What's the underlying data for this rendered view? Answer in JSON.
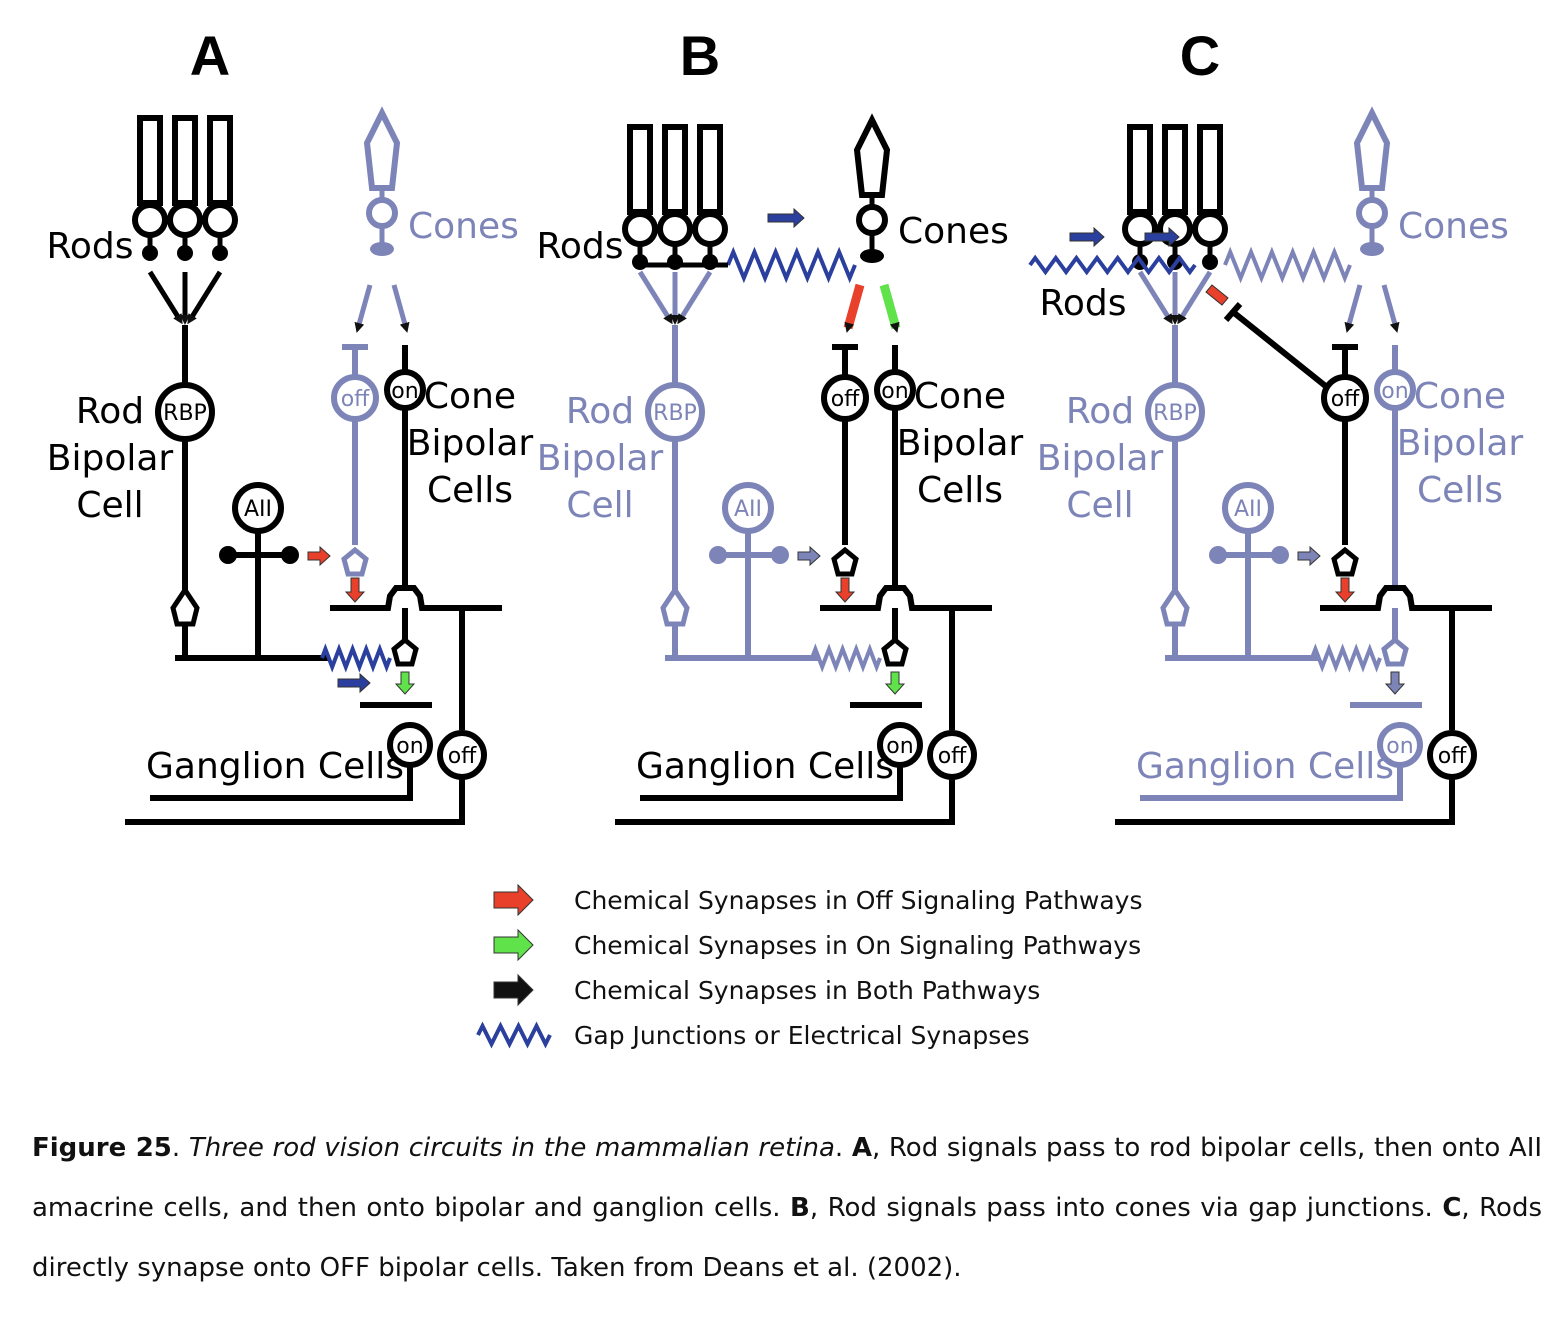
{
  "figure": {
    "panels": [
      {
        "id": "A",
        "letter": "A",
        "labels": {
          "rods": "Rods",
          "cones": "Cones",
          "rod_bipolar": [
            "Rod",
            "Bipolar",
            "Cell"
          ],
          "cone_bipolar": [
            "Cone",
            "Bipolar",
            "Cells"
          ],
          "ganglion": "Ganglion Cells"
        },
        "cell_tags": {
          "rbp": "RBP",
          "aii": "AII",
          "off": "off",
          "on": "on"
        }
      },
      {
        "id": "B",
        "letter": "B",
        "labels": {
          "rods": "Rods",
          "cones": "Cones",
          "rod_bipolar": [
            "Rod",
            "Bipolar",
            "Cell"
          ],
          "cone_bipolar": [
            "Cone",
            "Bipolar",
            "Cells"
          ],
          "ganglion": "Ganglion Cells"
        },
        "cell_tags": {
          "rbp": "RBP",
          "aii": "AII",
          "off": "off",
          "on": "on"
        }
      },
      {
        "id": "C",
        "letter": "C",
        "labels": {
          "rods": "Rods",
          "cones": "Cones",
          "rod_bipolar": [
            "Rod",
            "Bipolar",
            "Cell"
          ],
          "cone_bipolar": [
            "Cone",
            "Bipolar",
            "Cells"
          ],
          "ganglion": "Ganglion Cells"
        },
        "cell_tags": {
          "rbp": "RBP",
          "aii": "AII",
          "off": "off",
          "on": "on"
        }
      }
    ],
    "legend": [
      {
        "label": "Chemical Synapses in Off Signaling Pathways",
        "kind": "arrow",
        "color": "#e8402a"
      },
      {
        "label": "Chemical Synapses in On Signaling Pathways",
        "kind": "arrow",
        "color": "#5fe24a"
      },
      {
        "label": "Chemical Synapses in Both Pathways",
        "kind": "arrow",
        "color": "#111111"
      },
      {
        "label": "Gap Junctions or Electrical Synapses",
        "kind": "gap",
        "color": "#2a3f9e"
      }
    ],
    "colors": {
      "active": "#000000",
      "faded": "#7d84b8",
      "off_arrow": "#e8402a",
      "on_arrow": "#5fe24a",
      "gap": "#2a3f9e"
    }
  },
  "caption": {
    "figure_label": "Figure 25",
    "title": "Three rod vision circuits in the mammalian retina",
    "a_label": "A",
    "a_text": "Rod signals pass to rod bipolar cells, then onto AII amacrine cells, and then onto bipolar and ganglion cells.",
    "b_label": "B",
    "b_text": "Rod signals pass into cones via gap junctions.",
    "c_label": "C",
    "c_text": "Rods directly synapse onto OFF bipolar cells. Taken from Deans et al. (2002)."
  }
}
